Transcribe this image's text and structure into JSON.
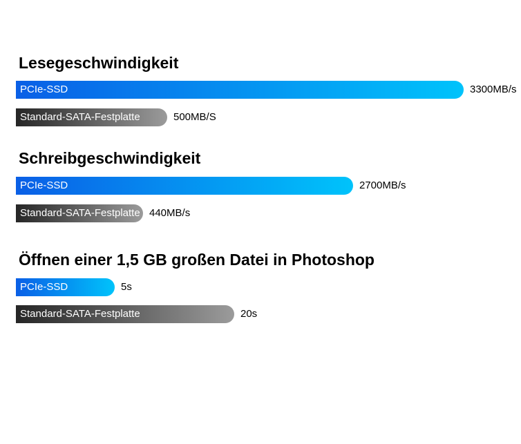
{
  "colors": {
    "pcie_start": "#0a5fe6",
    "pcie_end": "#00c3fb",
    "sata_start": "#262626",
    "sata_end": "#9b9b9b"
  },
  "chart_data": [
    {
      "type": "bar",
      "orientation": "horizontal",
      "title": "Lesegeschwindigkeit",
      "unit": "MB/s",
      "scale_max": 3300,
      "bars": [
        {
          "category": "PCIe-SSD",
          "value": 3300,
          "value_label": "3300MB/s",
          "style": "pcie"
        },
        {
          "category": "Standard-SATA-Festplatte",
          "value": 500,
          "value_label": "500MB/S",
          "style": "sata"
        }
      ]
    },
    {
      "type": "bar",
      "orientation": "horizontal",
      "title": "Schreibgeschwindigkeit",
      "unit": "MB/s",
      "scale_max": 3300,
      "bars": [
        {
          "category": "PCIe-SSD",
          "value": 2700,
          "value_label": "2700MB/s",
          "style": "pcie"
        },
        {
          "category": "Standard-SATA-Festplatte",
          "value": 440,
          "value_label": "440MB/s",
          "style": "sata"
        }
      ]
    },
    {
      "type": "bar",
      "orientation": "horizontal",
      "title": "Öffnen einer 1,5 GB großen Datei in Photoshop",
      "unit": "s",
      "scale_max": 20,
      "bars": [
        {
          "category": "PCIe-SSD",
          "value": 5,
          "value_label": "5s",
          "style": "pcie"
        },
        {
          "category": "Standard-SATA-Festplatte",
          "value": 20,
          "value_label": "20s",
          "style": "sata"
        }
      ]
    }
  ]
}
